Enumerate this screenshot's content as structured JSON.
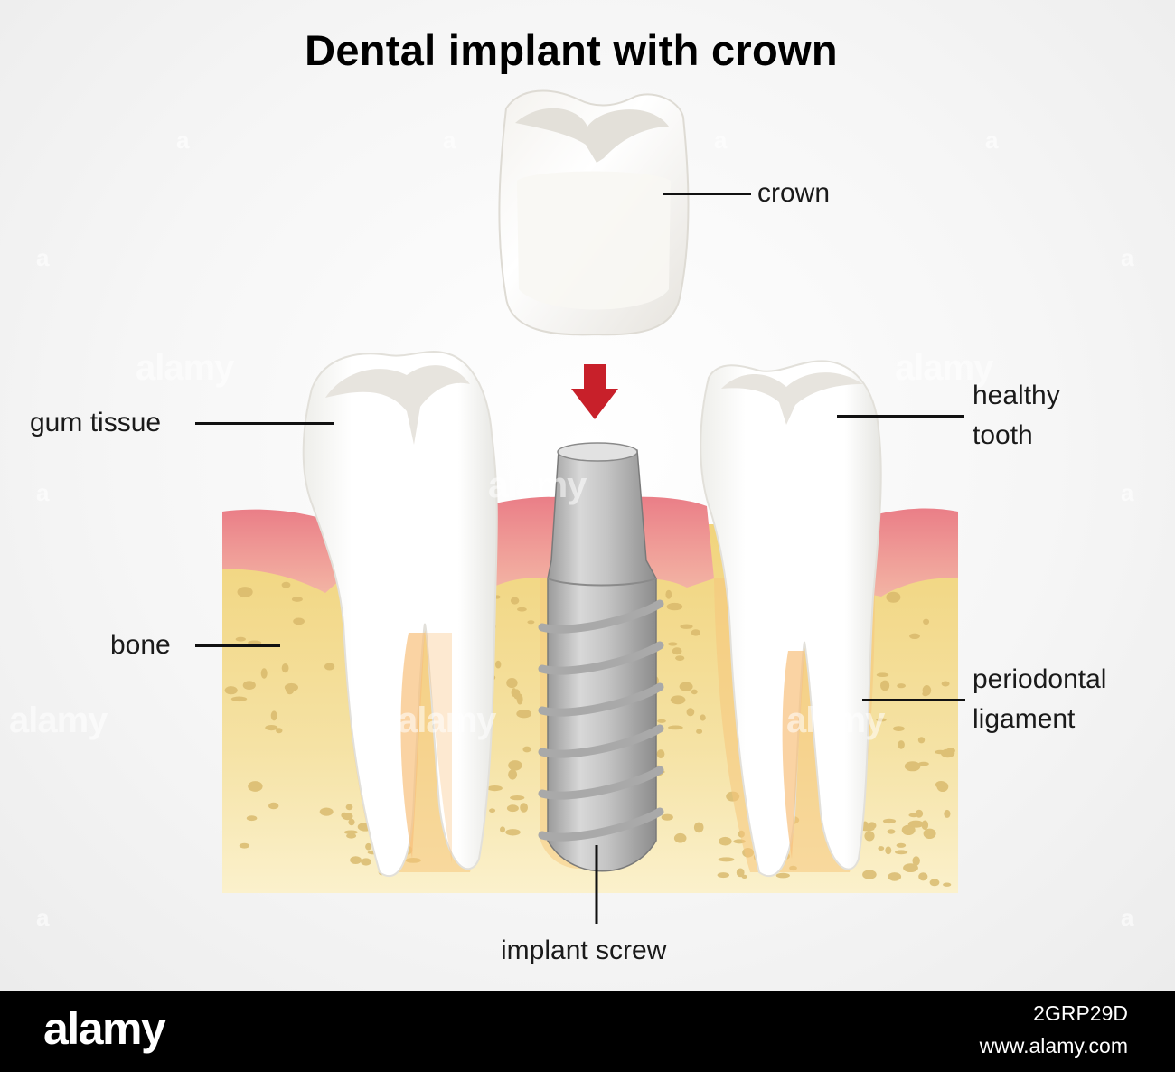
{
  "title": "Dental implant with crown",
  "labels": {
    "crown": "crown",
    "gum_tissue": "gum tissue",
    "healthy_tooth": [
      "healthy",
      "tooth"
    ],
    "bone": "bone",
    "periodontal_ligament": [
      "periodontal",
      "ligament"
    ],
    "implant_screw": "implant screw"
  },
  "watermark": {
    "text": "alamy",
    "letter": "a"
  },
  "footer": {
    "brand": "alamy",
    "image_id": "2GRP29D",
    "site": "www.alamy.com"
  },
  "colors": {
    "gum": "#e9818a",
    "bone": "#f3dc92",
    "bone_spots": "#d6b86c",
    "tooth": "#ffffff",
    "implant": "#b8b8b8",
    "arrow": "#c8202a"
  }
}
